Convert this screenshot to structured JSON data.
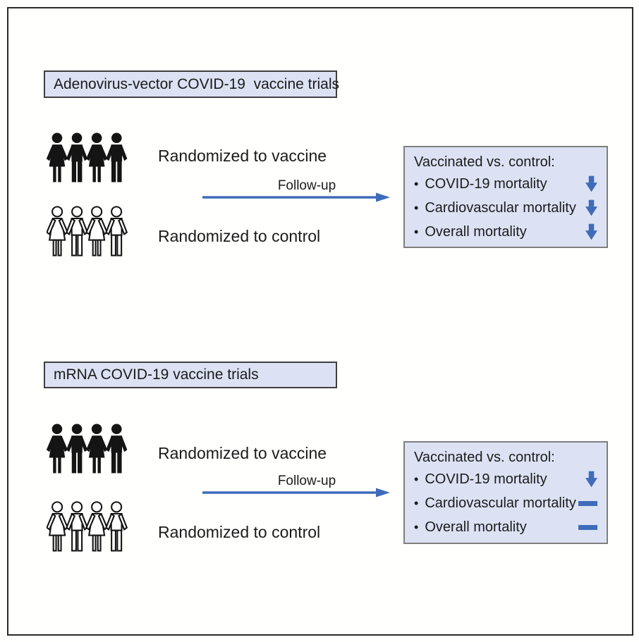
{
  "colors": {
    "accent": "#3f6cba",
    "box-fill": "#dce2f3",
    "title-border": "#3f3f3f",
    "results-border": "#7f7f7f",
    "frame-border": "#2b2b2b",
    "text": "#1b1b1b"
  },
  "sections": [
    {
      "title": "Adenovirus-vector COVID-19  vaccine trials",
      "vaccine_label": "Randomized to vaccine",
      "control_label": "Randomized to control",
      "arrow_label": "Follow-up",
      "results": {
        "heading": "Vaccinated vs. control:",
        "bullet": "•",
        "items": [
          {
            "label": "COVID-19 mortality",
            "effect": "decrease"
          },
          {
            "label": "Cardiovascular mortality",
            "effect": "decrease"
          },
          {
            "label": "Overall mortality",
            "effect": "decrease"
          }
        ]
      }
    },
    {
      "title": "mRNA COVID-19 vaccine trials",
      "vaccine_label": "Randomized to vaccine",
      "control_label": "Randomized to control",
      "arrow_label": "Follow-up",
      "results": {
        "heading": "Vaccinated vs. control:",
        "bullet": "•",
        "items": [
          {
            "label": "COVID-19 mortality",
            "effect": "decrease"
          },
          {
            "label": "Cardiovascular mortality",
            "effect": "no-change"
          },
          {
            "label": "Overall mortality",
            "effect": "no-change"
          }
        ]
      }
    }
  ]
}
